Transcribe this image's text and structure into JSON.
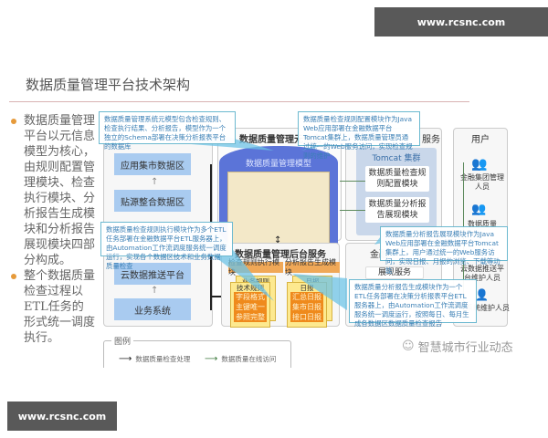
{
  "watermarks": {
    "top": "www.rcsnc.com",
    "bottom": "www.rcsnc.com"
  },
  "title": "数据质量管理平台技术架构",
  "bullets": [
    "数据质量管理平台以元信息模型为核心，由规则配置管理模块、检查执行模块、分析报告生成模块和分析报告展现模块四部分构成。",
    "整个数据质量检查过程以ETL任务的形式统一调度执行。"
  ],
  "data_zones": {
    "items": [
      "应用集市数据区",
      "贴源整合数据区",
      "云数据推送平台",
      "业务系统"
    ]
  },
  "metadata": {
    "header": "数据质量管理元信息",
    "model_title": "数据质量管理模型"
  },
  "backend": {
    "header": "数据质量管理后台服务",
    "check_exec": {
      "title": "检查规则执行模块",
      "back_label": "业务规则",
      "front_label": "技术规则",
      "rows": [
        "字段格式",
        "主键唯一",
        "参照完整",
        "……"
      ]
    },
    "report_gen": {
      "title": "分析报告生成模块",
      "back_label": "月报",
      "front_label": "日报",
      "rows": [
        "汇总日报",
        "集市日报",
        "接口日报",
        "……"
      ]
    }
  },
  "web_service": {
    "header": "服务",
    "tomcat_label": "Tomcat 集群",
    "modules": [
      "数据质量检查规则配置模块",
      "数据质量分析报告展现模块"
    ]
  },
  "finance": {
    "header": "金融",
    "display_service": "展现服务"
  },
  "users": {
    "header": "用户",
    "items": [
      "金融集团管理人员",
      "数据质量",
      "云数据推送平台维护人员",
      "系统维护人员"
    ]
  },
  "callouts": [
    "数据质量管理系统元模型包含检查规则、检查执行结果、分析报告，模型作为一个独立的Schema部署在决策分析报表平台的数据库",
    "数据质量检查规则配置模块作为Java Web应用部署在金融数据平台Tomcat集群上，数据质量管理员通过统一的Web服务访问，实现检查规则的维护",
    "数据质量检查规则执行模块作为多个ETL任务部署在金融数据平台ETL服务器上，由Automation工作流调度服务统一调度运行，实现各个数据区技术和业务数据质量检查",
    "数据质量分析报告展现模块作为Java Web应用部署在金融数据平台Tomcat集群上，用户通过统一的Web服务访问，实现日报、月报的浏览、下载等功能",
    "数据质量分析报告生成模块作为一个ETL任务部署在决策分析报表平台ETL服务器上，由Automation工作流调度服务统一调度运行，按照每日、每月生成各数据区数据质量检查报告"
  ],
  "legend": {
    "title": "图例",
    "items": [
      {
        "label": "数据质量检查处理",
        "color": "#222222"
      },
      {
        "label": "数据质量在线访问",
        "color": "#3d7a3d"
      }
    ]
  },
  "source": "智慧城市行业动态",
  "colors": {
    "zone_blue": "#a9cbf0",
    "callout_border": "#6cb9d0",
    "callout_text": "#3a7fb5",
    "cylinder": "#5b74d8",
    "orange": "#f0a857",
    "bullet_dot": "#e69a3a"
  }
}
